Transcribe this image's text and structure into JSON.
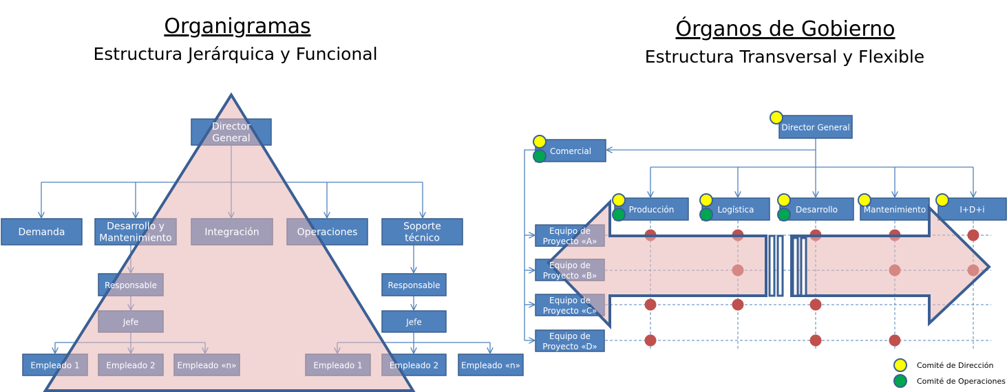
{
  "left": {
    "title": "Organigramas",
    "subtitle": "Estructura Jerárquica y Funcional",
    "boxes": [
      {
        "id": "director",
        "lines": [
          "Director",
          "General"
        ]
      },
      {
        "id": "demanda",
        "lines": [
          "Demanda"
        ]
      },
      {
        "id": "desarrollo",
        "lines": [
          "Desarrollo y",
          "Mantenimiento"
        ]
      },
      {
        "id": "integracion",
        "lines": [
          "Integración"
        ]
      },
      {
        "id": "operaciones",
        "lines": [
          "Operaciones"
        ]
      },
      {
        "id": "soporte",
        "lines": [
          "Soporte",
          "técnico"
        ]
      },
      {
        "id": "resp1",
        "lines": [
          "Responsable"
        ]
      },
      {
        "id": "jefe1",
        "lines": [
          "Jefe"
        ]
      },
      {
        "id": "emp1a",
        "lines": [
          "Empleado 1"
        ]
      },
      {
        "id": "emp2a",
        "lines": [
          "Empleado 2"
        ]
      },
      {
        "id": "empna",
        "lines": [
          "Empleado «n»"
        ]
      },
      {
        "id": "resp2",
        "lines": [
          "Responsable"
        ]
      },
      {
        "id": "jefe2",
        "lines": [
          "Jefe"
        ]
      },
      {
        "id": "emp1b",
        "lines": [
          "Empleado 1"
        ]
      },
      {
        "id": "emp2b",
        "lines": [
          "Empleado 2"
        ]
      },
      {
        "id": "empnb",
        "lines": [
          "Empleado «n»"
        ]
      }
    ]
  },
  "right": {
    "title": "Órganos de Gobierno",
    "subtitle": "Estructura Transversal y Flexible",
    "boxes": [
      {
        "id": "director",
        "lines": [
          "Director General"
        ],
        "committees": [
          "direccion"
        ]
      },
      {
        "id": "comercial",
        "lines": [
          "Comercial"
        ],
        "committees": [
          "direccion",
          "operaciones"
        ]
      },
      {
        "id": "produccion",
        "lines": [
          "Producción"
        ],
        "committees": [
          "direccion",
          "operaciones"
        ]
      },
      {
        "id": "logistica",
        "lines": [
          "Logística"
        ],
        "committees": [
          "direccion",
          "operaciones"
        ]
      },
      {
        "id": "desarrollo",
        "lines": [
          "Desarrollo"
        ],
        "committees": [
          "direccion",
          "operaciones"
        ]
      },
      {
        "id": "mantenimiento",
        "lines": [
          "Mantenimiento"
        ],
        "committees": [
          "direccion"
        ]
      },
      {
        "id": "idi",
        "lines": [
          "I+D+i"
        ],
        "committees": [
          "direccion"
        ]
      },
      {
        "id": "eqA",
        "lines": [
          "Equipo de",
          "Proyecto «A»"
        ]
      },
      {
        "id": "eqB",
        "lines": [
          "Equipo de",
          "Proyecto «B»"
        ]
      },
      {
        "id": "eqC",
        "lines": [
          "Equipo de",
          "Proyecto «C»"
        ]
      },
      {
        "id": "eqD",
        "lines": [
          "Equipo de",
          "Proyecto «D»"
        ]
      }
    ],
    "matrix_columns": [
      "Producción",
      "Logística",
      "Desarrollo",
      "Mantenimiento",
      "I+D+i"
    ],
    "matrix": {
      "Proyecto «A»": [
        true,
        true,
        true,
        true,
        true
      ],
      "Proyecto «B»": [
        false,
        true,
        false,
        true,
        true
      ],
      "Proyecto «C»": [
        true,
        true,
        true,
        false,
        false
      ],
      "Proyecto «D»": [
        true,
        false,
        true,
        true,
        false
      ]
    },
    "legend": [
      {
        "label": "Comité de Dirección",
        "color": "#ffff00"
      },
      {
        "label": "Comité de Operaciones",
        "color": "#00a650"
      }
    ]
  },
  "colors": {
    "box": "#4f81bd",
    "dot": "#c0504d",
    "shape": "#e8b4b2",
    "outline": "#3a5f94"
  }
}
